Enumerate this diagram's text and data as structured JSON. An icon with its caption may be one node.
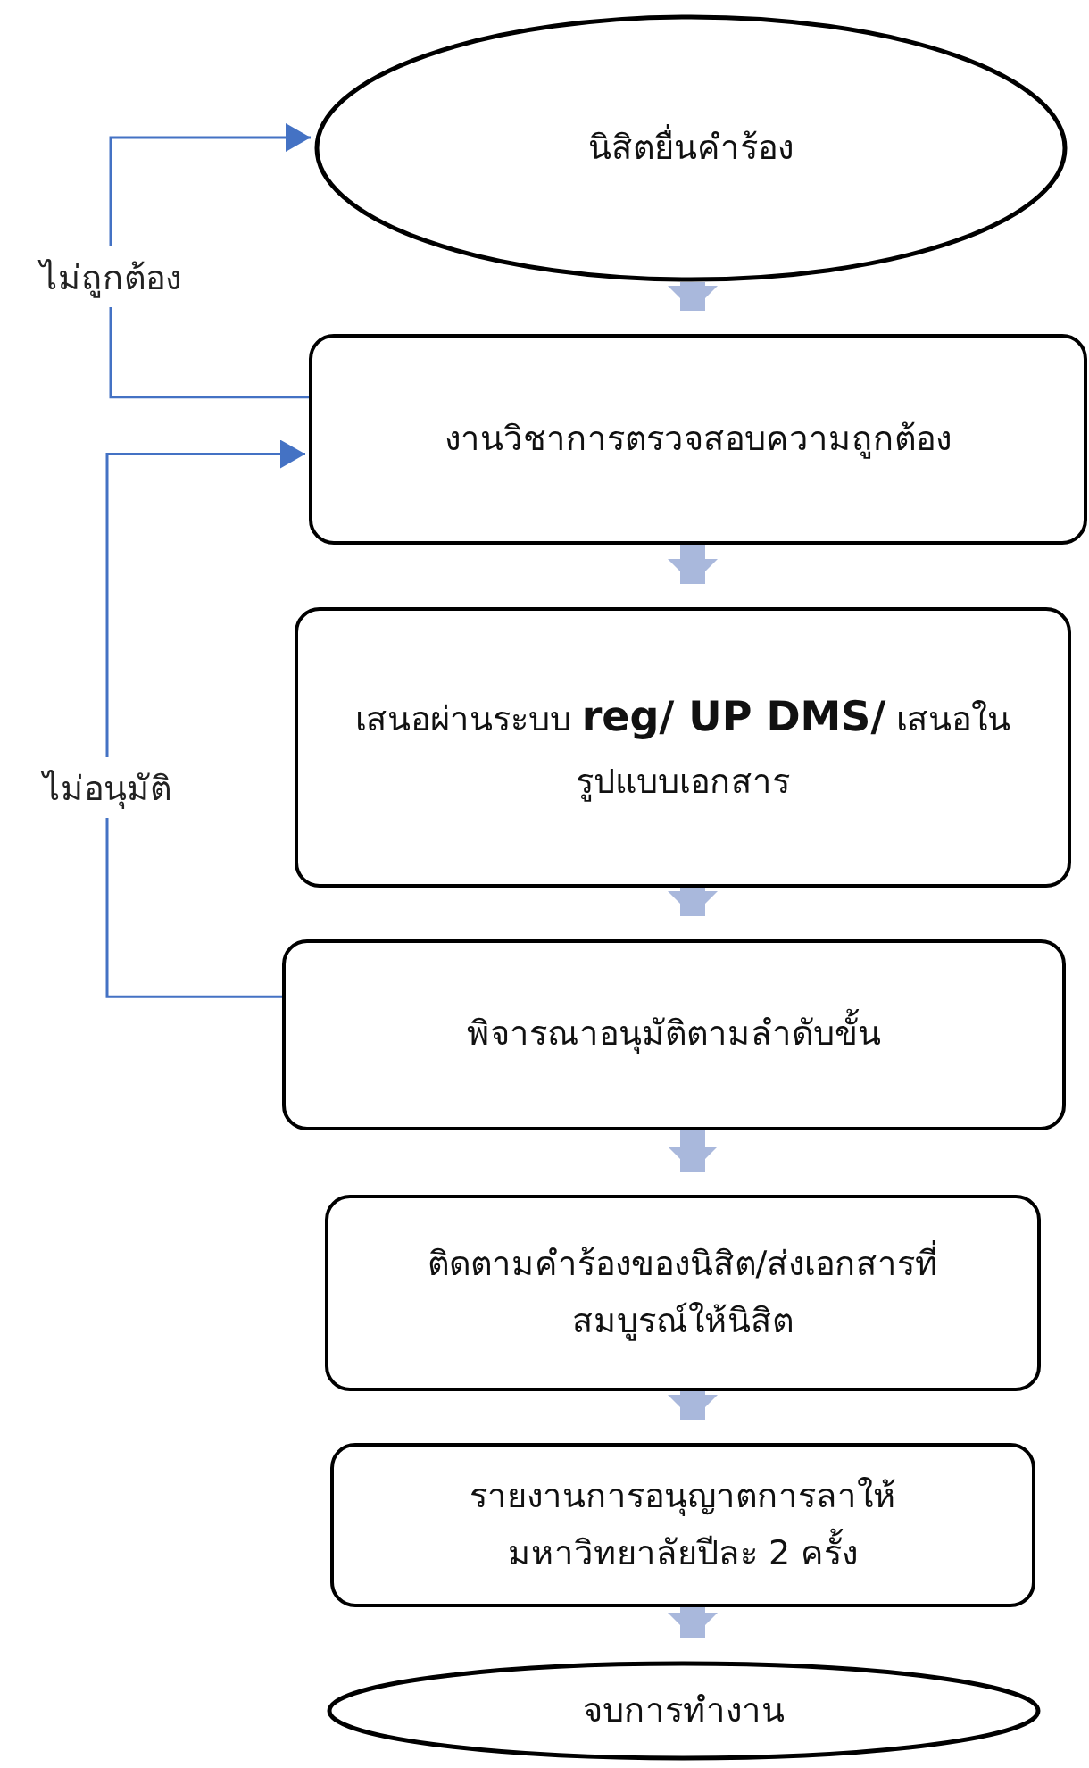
{
  "diagram": {
    "nodes": [
      {
        "text": [
          "นิสิตยื่นคำร้อง"
        ]
      },
      {
        "text": [
          "งานวิชาการตรวจสอบความถูกต้อง"
        ]
      },
      {
        "text": [
          "เสนอผ่านระบบ **reg/ UP DMS/** เสนอในรูปแบบเอกสาร"
        ]
      },
      {
        "text": [
          "พิจารณาอนุมัติตามลำดับขั้น"
        ]
      },
      {
        "text": [
          "ติดตามคำร้องของนิสิต/ส่งเอกสารที่สมบูรณ์ให้นิสิต"
        ]
      },
      {
        "text": [
          "รายงานการอนุญาตการลาให้มหาวิทยาลัยปีละ 2 ครั้ง"
        ]
      },
      {
        "text": [
          "จบการทำงาน"
        ]
      }
    ],
    "edges": [
      {
        "from": 0,
        "to": 1,
        "arrow": "to"
      },
      {
        "from": 1,
        "to": 2,
        "arrow": "to"
      },
      {
        "from": 2,
        "to": 3,
        "arrow": "to"
      },
      {
        "from": 3,
        "to": 4,
        "arrow": "to"
      },
      {
        "from": 4,
        "to": 5,
        "arrow": "to"
      },
      {
        "from": 5,
        "to": 6,
        "arrow": "to"
      },
      {
        "from": 1,
        "to": 0,
        "arrow": "to",
        "label": "ไม่ถูกต้อง",
        "color": "#4472c4"
      },
      {
        "from": 3,
        "to": 1,
        "arrow": "to",
        "label": "ไม่อนุมัติ",
        "color": "#4472c4"
      }
    ]
  }
}
